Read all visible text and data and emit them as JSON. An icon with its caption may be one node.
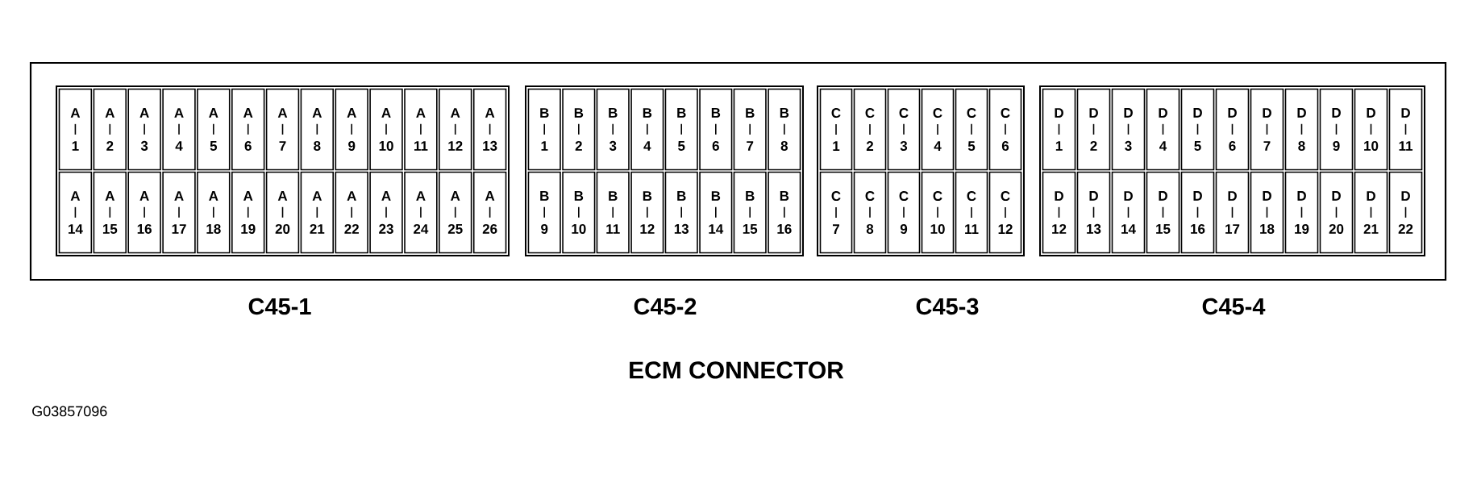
{
  "diagram": {
    "title": "ECM CONNECTOR",
    "nodes": [
      {
        "text": [],
        "shape": "box"
      },
      {
        "text": [],
        "shape": "box",
        "in": 0,
        "beside": [
          "C45-1"
        ]
      },
      {
        "text": [
          "A",
          "1"
        ],
        "in": 1
      },
      {
        "text": [
          "A",
          "2"
        ],
        "in": 1
      },
      {
        "text": [
          "A",
          "3"
        ],
        "in": 1
      },
      {
        "text": [
          "A",
          "4"
        ],
        "in": 1
      },
      {
        "text": [
          "A",
          "5"
        ],
        "in": 1
      },
      {
        "text": [
          "A",
          "6"
        ],
        "in": 1
      },
      {
        "text": [
          "A",
          "7"
        ],
        "in": 1
      },
      {
        "text": [
          "A",
          "8"
        ],
        "in": 1
      },
      {
        "text": [
          "A",
          "9"
        ],
        "in": 1
      },
      {
        "text": [
          "A",
          "10"
        ],
        "in": 1
      },
      {
        "text": [
          "A",
          "11"
        ],
        "in": 1
      },
      {
        "text": [
          "A",
          "12"
        ],
        "in": 1
      },
      {
        "text": [
          "A",
          "13"
        ],
        "in": 1
      },
      {
        "text": [
          "A",
          "14"
        ],
        "in": 1
      },
      {
        "text": [
          "A",
          "15"
        ],
        "in": 1
      },
      {
        "text": [
          "A",
          "16"
        ],
        "in": 1
      },
      {
        "text": [
          "A",
          "17"
        ],
        "in": 1
      },
      {
        "text": [
          "A",
          "18"
        ],
        "in": 1
      },
      {
        "text": [
          "A",
          "19"
        ],
        "in": 1
      },
      {
        "text": [
          "A",
          "20"
        ],
        "in": 1
      },
      {
        "text": [
          "A",
          "21"
        ],
        "in": 1
      },
      {
        "text": [
          "A",
          "22"
        ],
        "in": 1
      },
      {
        "text": [
          "A",
          "23"
        ],
        "in": 1
      },
      {
        "text": [
          "A",
          "24"
        ],
        "in": 1
      },
      {
        "text": [
          "A",
          "25"
        ],
        "in": 1
      },
      {
        "text": [
          "A",
          "26"
        ],
        "in": 1
      },
      {
        "text": [],
        "shape": "box",
        "in": 0,
        "beside": [
          "C45-2"
        ]
      },
      {
        "text": [
          "B",
          "1"
        ],
        "in": 28
      },
      {
        "text": [
          "B",
          "2"
        ],
        "in": 28
      },
      {
        "text": [
          "B",
          "3"
        ],
        "in": 28
      },
      {
        "text": [
          "B",
          "4"
        ],
        "in": 28
      },
      {
        "text": [
          "B",
          "5"
        ],
        "in": 28
      },
      {
        "text": [
          "B",
          "6"
        ],
        "in": 28
      },
      {
        "text": [
          "B",
          "7"
        ],
        "in": 28
      },
      {
        "text": [
          "B",
          "8"
        ],
        "in": 28
      },
      {
        "text": [
          "B",
          "9"
        ],
        "in": 28
      },
      {
        "text": [
          "B",
          "10"
        ],
        "in": 28
      },
      {
        "text": [
          "B",
          "11"
        ],
        "in": 28
      },
      {
        "text": [
          "B",
          "12"
        ],
        "in": 28
      },
      {
        "text": [
          "B",
          "13"
        ],
        "in": 28
      },
      {
        "text": [
          "B",
          "14"
        ],
        "in": 28
      },
      {
        "text": [
          "B",
          "15"
        ],
        "in": 28
      },
      {
        "text": [
          "B",
          "16"
        ],
        "in": 28
      },
      {
        "text": [],
        "shape": "box",
        "in": 0,
        "beside": [
          "C45-3"
        ]
      },
      {
        "text": [
          "C",
          "1"
        ],
        "in": 45
      },
      {
        "text": [
          "C",
          "2"
        ],
        "in": 45
      },
      {
        "text": [
          "C",
          "3"
        ],
        "in": 45
      },
      {
        "text": [
          "C",
          "4"
        ],
        "in": 45
      },
      {
        "text": [
          "C",
          "5"
        ],
        "in": 45
      },
      {
        "text": [
          "C",
          "6"
        ],
        "in": 45
      },
      {
        "text": [
          "C",
          "7"
        ],
        "in": 45
      },
      {
        "text": [
          "C",
          "8"
        ],
        "in": 45
      },
      {
        "text": [
          "C",
          "9"
        ],
        "in": 45
      },
      {
        "text": [
          "C",
          "10"
        ],
        "in": 45
      },
      {
        "text": [
          "C",
          "11"
        ],
        "in": 45
      },
      {
        "text": [
          "C",
          "12"
        ],
        "in": 45
      },
      {
        "text": [],
        "shape": "box",
        "in": 0,
        "beside": [
          "C45-4"
        ]
      },
      {
        "text": [
          "D",
          "1"
        ],
        "in": 58
      },
      {
        "text": [
          "D",
          "2"
        ],
        "in": 58
      },
      {
        "text": [
          "D",
          "3"
        ],
        "in": 58
      },
      {
        "text": [
          "D",
          "4"
        ],
        "in": 58
      },
      {
        "text": [
          "D",
          "5"
        ],
        "in": 58
      },
      {
        "text": [
          "D",
          "6"
        ],
        "in": 58
      },
      {
        "text": [
          "D",
          "7"
        ],
        "in": 58
      },
      {
        "text": [
          "D",
          "8"
        ],
        "in": 58
      },
      {
        "text": [
          "D",
          "9"
        ],
        "in": 58
      },
      {
        "text": [
          "D",
          "10"
        ],
        "in": 58
      },
      {
        "text": [
          "D",
          "11"
        ],
        "in": 58
      },
      {
        "text": [
          "D",
          "12"
        ],
        "in": 58
      },
      {
        "text": [
          "D",
          "13"
        ],
        "in": 58
      },
      {
        "text": [
          "D",
          "14"
        ],
        "in": 58
      },
      {
        "text": [
          "D",
          "15"
        ],
        "in": 58
      },
      {
        "text": [
          "D",
          "16"
        ],
        "in": 58
      },
      {
        "text": [
          "D",
          "17"
        ],
        "in": 58
      },
      {
        "text": [
          "D",
          "18"
        ],
        "in": 58
      },
      {
        "text": [
          "D",
          "19"
        ],
        "in": 58
      },
      {
        "text": [
          "D",
          "20"
        ],
        "in": 58
      },
      {
        "text": [
          "D",
          "21"
        ],
        "in": 58
      },
      {
        "text": [
          "D",
          "22"
        ],
        "in": 58
      }
    ],
    "labels": [
      "G03857096"
    ]
  }
}
